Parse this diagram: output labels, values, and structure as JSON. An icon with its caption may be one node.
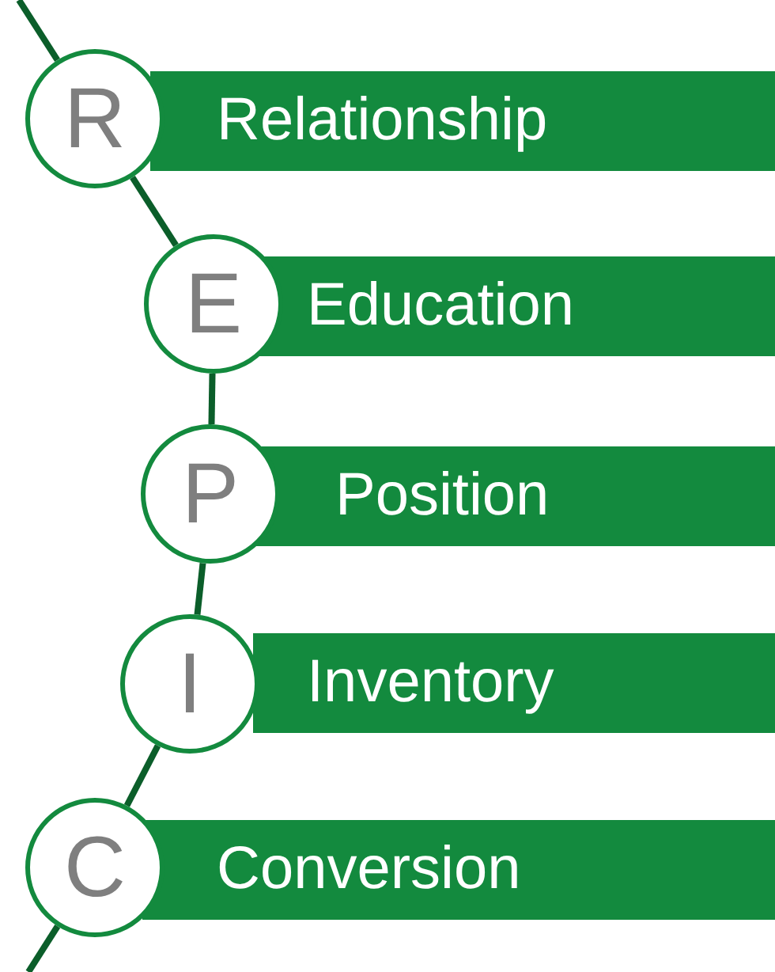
{
  "diagram": {
    "nodes": [
      {
        "text": [
          "R"
        ]
      },
      {
        "text": [
          "Relationship"
        ]
      },
      {
        "text": [
          "E"
        ]
      },
      {
        "text": [
          "Education"
        ]
      },
      {
        "text": [
          "P"
        ]
      },
      {
        "text": [
          "Position"
        ]
      },
      {
        "text": [
          "I"
        ]
      },
      {
        "text": [
          "Inventory"
        ]
      },
      {
        "text": [
          "C"
        ]
      },
      {
        "text": [
          "Conversion"
        ]
      }
    ],
    "edges": [
      {
        "from": null,
        "to": 0,
        "arrow": "none"
      },
      {
        "from": 0,
        "to": 2,
        "arrow": "none"
      },
      {
        "from": 2,
        "to": 4,
        "arrow": "none"
      },
      {
        "from": 4,
        "to": 6,
        "arrow": "none"
      },
      {
        "from": 6,
        "to": 8,
        "arrow": "none"
      },
      {
        "from": 8,
        "to": null,
        "arrow": "none"
      }
    ]
  }
}
